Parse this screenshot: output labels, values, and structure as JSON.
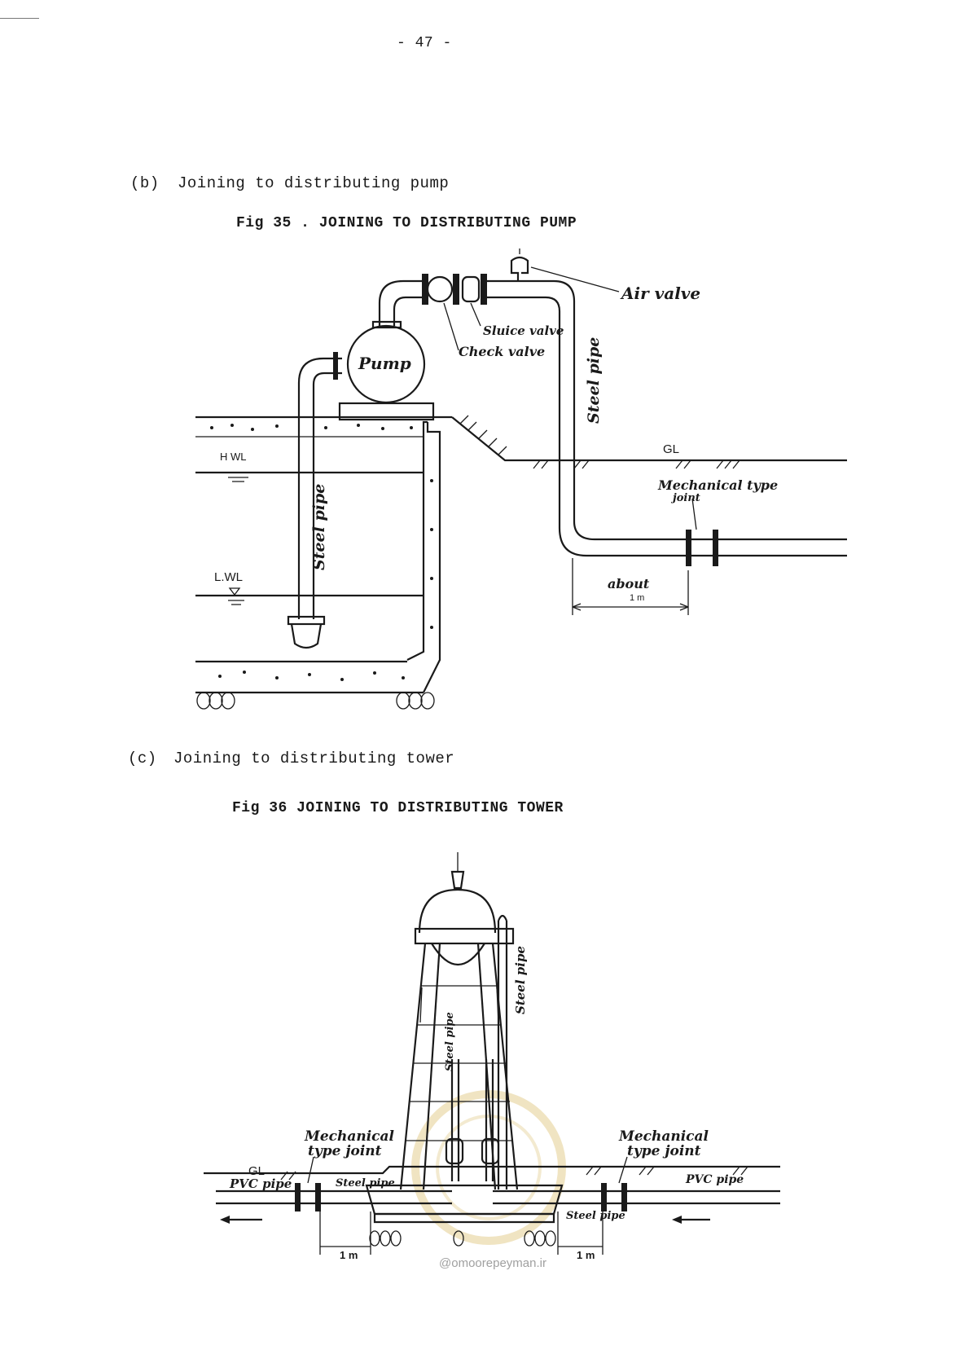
{
  "page": {
    "number": "-  47  -"
  },
  "section_b": {
    "heading_label": "(b)",
    "heading_text": "Joining to distributing pump"
  },
  "fig35": {
    "caption": "Fig 35 . JOINING  TO  DISTRIBUTING  PUMP",
    "labels": {
      "air_valve": "Air valve",
      "sluice_valve": "Sluice valve",
      "check_valve": "Check valve",
      "pump": "Pump",
      "steel_pipe_right": "Steel pipe",
      "steel_pipe_left": "Steel pipe",
      "hwl": "H WL",
      "lwl": "L.WL",
      "gl": "GL",
      "mech_joint": "Mechanical type",
      "mech_joint_2": "joint",
      "about": "about",
      "one_m": "1 m"
    }
  },
  "section_c": {
    "heading_label": "(c)",
    "heading_text": "Joining to distributing tower"
  },
  "fig36": {
    "caption": "Fig 36  JOINING  TO  DISTRIBUTING  TOWER",
    "labels": {
      "mech_left_1": "Mechanical",
      "mech_left_2": "type joint",
      "gl": "GL",
      "pvc_left": "PVC pipe",
      "steel_left": "Steel pipe",
      "steel_pipe_tower": "Steel pipe",
      "steel_pipe_inner": "Steel pipe",
      "steel_pipe_right": "Steel pipe",
      "mech_right_1": "Mechanical",
      "mech_right_2": "type joint",
      "pvc_right": "PVC pipe",
      "one_m_left": "1 m",
      "one_m_right": "1 m"
    }
  },
  "watermark": {
    "text": "@omoorepeyman.ir"
  }
}
